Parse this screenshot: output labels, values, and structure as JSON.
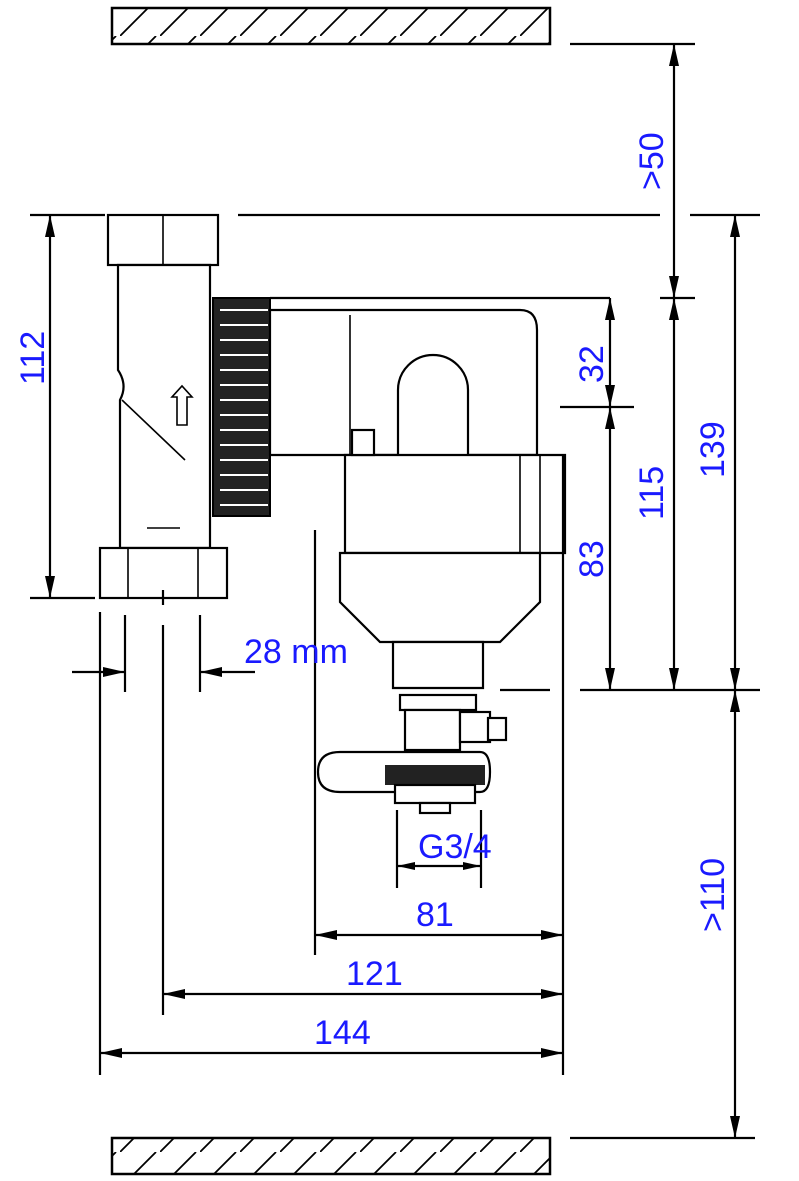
{
  "drawing": {
    "text_color": "#1a1aff",
    "dimensions": {
      "top_clearance": ">50",
      "pipe_height": "112",
      "top_to_divider": "32",
      "total_height": "139",
      "filter_height": "115",
      "lower_height": "83",
      "pipe_size": "28 mm",
      "drain_thread": "G3/4",
      "depth_81": "81",
      "depth_121": "121",
      "depth_144": "144",
      "bottom_clearance": ">110"
    }
  }
}
